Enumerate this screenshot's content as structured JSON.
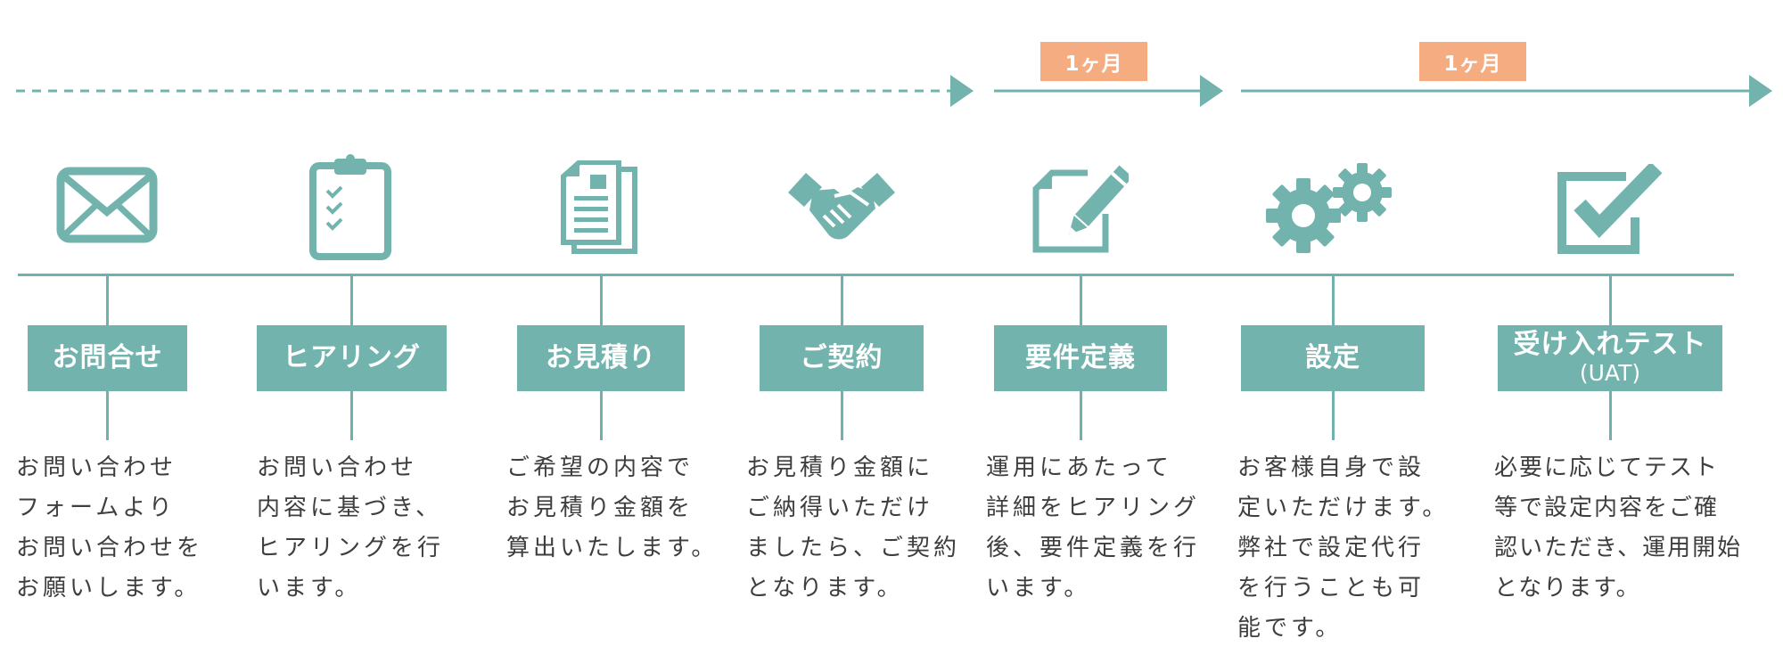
{
  "timeline": {
    "durations": [
      "1ヶ月",
      "1ヶ月"
    ]
  },
  "steps": [
    {
      "icon": "envelope-icon",
      "title": "お問合せ",
      "description": "お問い合わせ\nフォームより\nお問い合わせを\nお願いします。"
    },
    {
      "icon": "clipboard-checklist-icon",
      "title": "ヒアリング",
      "description": "お問い合わせ\n内容に基づき、\nヒアリングを行\nいます。"
    },
    {
      "icon": "documents-icon",
      "title": "お見積り",
      "description": "ご希望の内容で\nお見積り金額を\n算出いたします。"
    },
    {
      "icon": "handshake-icon",
      "title": "ご契約",
      "description": "お見積り金額に\nご納得いただけ\nましたら、ご契約\nとなります。"
    },
    {
      "icon": "document-pencil-icon",
      "title": "要件定義",
      "description": "運用にあたって\n詳細をヒアリング\n後、要件定義を行\nいます。"
    },
    {
      "icon": "gears-icon",
      "title": "設定",
      "description": "お客様自身で設\n定いただけます。\n弊社で設定代行\nを行うことも可\n能です。"
    },
    {
      "icon": "checkbox-icon",
      "title": "受け入れテスト",
      "subtitle": "(UAT)",
      "description": "必要に応じてテスト\n等で設定内容をご確\n認いただき、運用開始\nとなります。"
    }
  ],
  "colors": {
    "teal": "#72b3ae",
    "orange": "#f6ac81",
    "text": "#3e3e3e"
  }
}
